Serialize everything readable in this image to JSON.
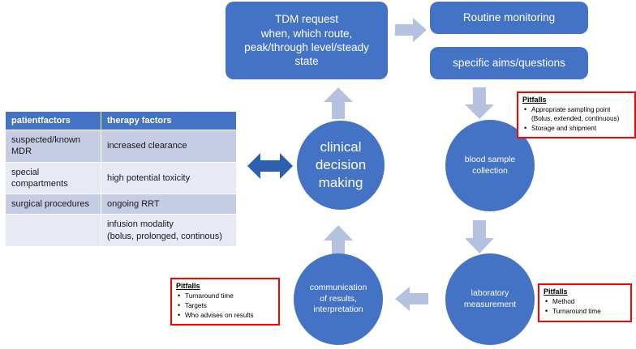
{
  "colors": {
    "primary_blue": "#4472c4",
    "light_arrow": "#b4c2e0",
    "dark_arrow": "#2e5fad",
    "pitfall_border": "#ff0000",
    "table_band_a": "#c5cce3",
    "table_band_b": "#e7eaf4",
    "text_on_blue": "#ffffff"
  },
  "boxes": {
    "tdm_request": "TDM request\nwhen, which route,\npeak/through level/steady\nstate",
    "tdm_request_lines": [
      "TDM request",
      "when, which route,",
      "peak/through level/steady",
      "state"
    ],
    "routine_monitoring": "Routine monitoring",
    "specific_aims": "specific aims/questions"
  },
  "circles": {
    "clinical_decision_lines": [
      "clinical",
      "decision",
      "making"
    ],
    "blood_sample_lines": [
      "blood sample",
      "collection"
    ],
    "laboratory_lines": [
      "laboratory",
      "measurement"
    ],
    "communication_lines": [
      "communication",
      "of results,",
      "interpretation"
    ]
  },
  "table": {
    "headers": [
      "patientfactors",
      "therapy factors"
    ],
    "rows": [
      [
        "suspected/known MDR",
        "increased clearance"
      ],
      [
        "special compartments",
        "high potential toxicity"
      ],
      [
        "surgical procedures",
        "ongoing RRT"
      ],
      [
        "",
        "infusion modality\n(bolus, prolonged, continous)"
      ]
    ],
    "row4_col2_lines": [
      "infusion modality",
      "(bolus, prolonged, continous)"
    ]
  },
  "pitfalls": {
    "sampling": {
      "title": "Pitfalls",
      "items": [
        "Appropriate sampling point (Bolus, extended, continuous)",
        "Storage and shipment"
      ]
    },
    "laboratory": {
      "title": "Pitfalls",
      "items": [
        "Method",
        "Turnaround time"
      ]
    },
    "communication": {
      "title": "Pitfalls",
      "items": [
        "Turnaround time",
        "Targets",
        "Who advises on results"
      ]
    }
  },
  "arrows": {
    "tdm_up": "arrow-up",
    "tdm_right": "arrow-right",
    "to_blood_down": "arrow-down",
    "to_lab_down": "arrow-down",
    "to_comm_left": "arrow-left",
    "comm_up": "arrow-up",
    "table_double": "arrow-left-right"
  }
}
